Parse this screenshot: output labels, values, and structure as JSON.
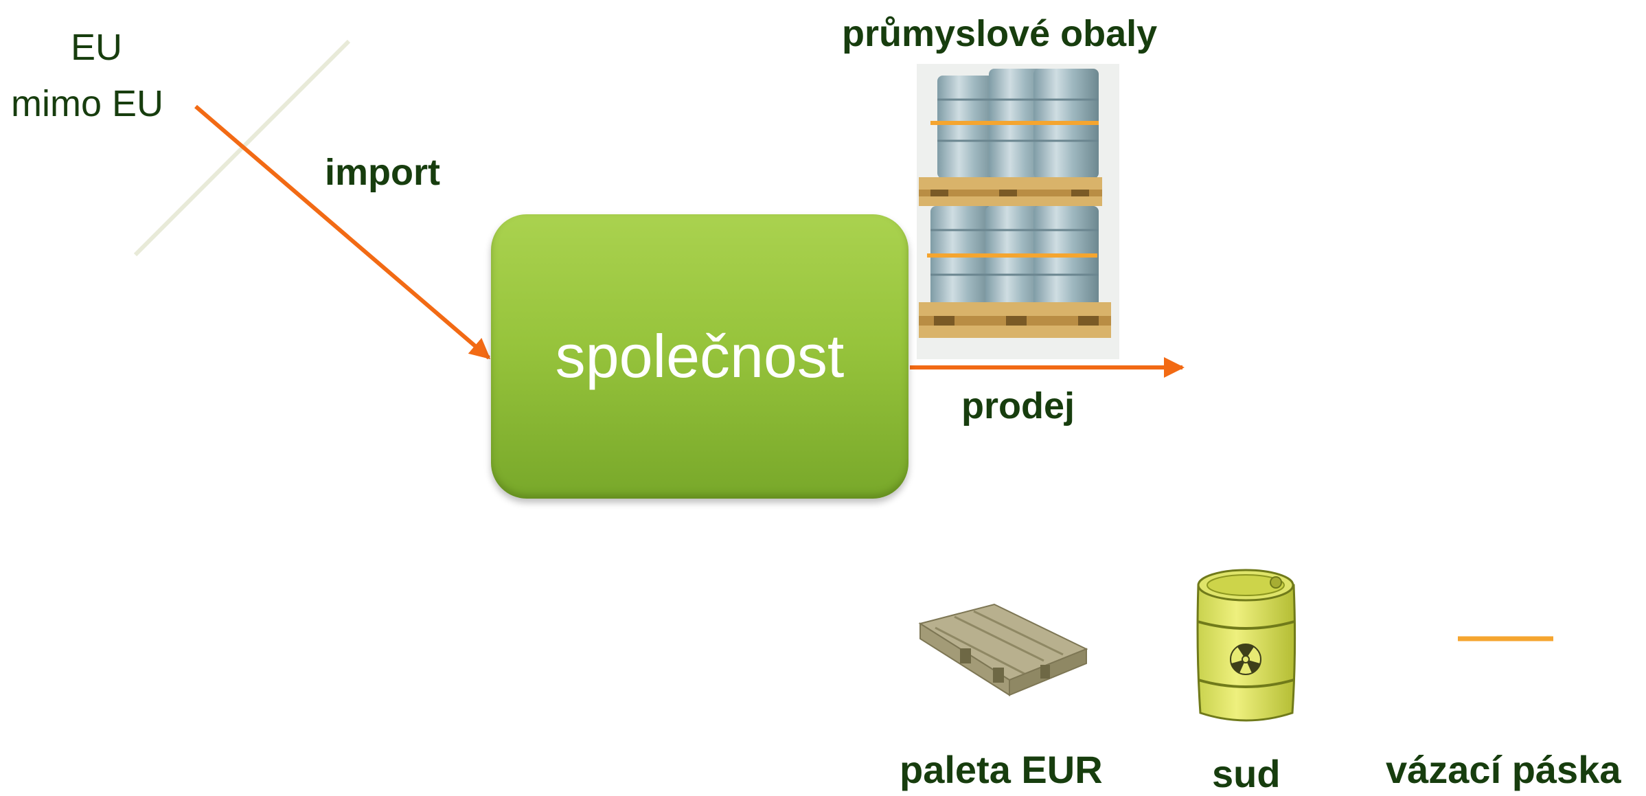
{
  "regions": {
    "eu": "EU",
    "non_eu": "mimo EU"
  },
  "flows": {
    "import": "import",
    "sale": "prodej"
  },
  "company": "společnost",
  "packaging_title": "průmyslové obaly",
  "legend": [
    {
      "icon": "pallet-icon",
      "label": "paleta EUR"
    },
    {
      "icon": "barrel-icon",
      "label": "sud"
    },
    {
      "icon": "strap-icon",
      "label": "vázací páska"
    }
  ],
  "colors": {
    "arrow": "#f26a14",
    "strap": "#f5a52f",
    "box": "#97c43c",
    "text": "#173d0e",
    "border_line": "#e8ead8"
  }
}
